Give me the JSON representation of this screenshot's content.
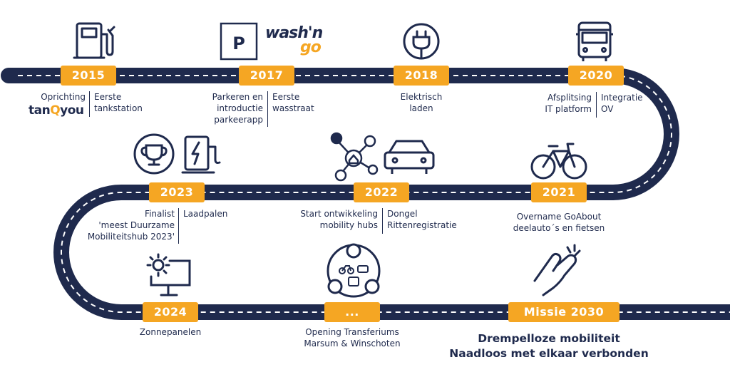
{
  "colors": {
    "road": "#1f2a4d",
    "accent": "#f5a623",
    "text": "#1f2a4d",
    "lane": "#ffffff"
  },
  "milestones": [
    {
      "label": "2015",
      "icon": "fuel-pump-icon",
      "captions": [
        "Oprichting",
        "Eerste\ntankstation"
      ],
      "logo": "tanQyou"
    },
    {
      "label": "2017",
      "icon": "parking-icon",
      "captions": [
        "Parkeren en\nintroductie\nparkeerapp",
        "Eerste\nwasstraat"
      ],
      "logo_wash": "wash'n",
      "logo_go": "go"
    },
    {
      "label": "2018",
      "icon": "plug-icon",
      "captions": [
        "Elektrisch\nladen"
      ]
    },
    {
      "label": "2020",
      "icon": "bus-icon",
      "captions": [
        "Afsplitsing\nIT platform",
        "Integratie\nOV"
      ]
    },
    {
      "label": "2021",
      "icon": "bicycle-icon",
      "captions": [
        "Overname GoAbout\ndeelauto´s en fietsen"
      ]
    },
    {
      "label": "2022",
      "icon": "car-icon",
      "captions": [
        "Start ontwikkeling\nmobility hubs",
        "Dongel\nRittenregistratie"
      ]
    },
    {
      "label": "2023",
      "icon": "trophy-icon",
      "captions": [
        "Finalist\n'meest Duurzame\nMobiliteitshub 2023'",
        "Laadpalen"
      ]
    },
    {
      "label": "2024",
      "icon": "solar-panel-icon",
      "captions": [
        "Zonnepanelen"
      ]
    },
    {
      "label": "...",
      "icon": "transferium-icon",
      "captions": [
        "Opening Transferiums\nMarsum & Winschoten"
      ]
    },
    {
      "label": "Missie 2030",
      "icon": "touch-hand-icon",
      "captions": []
    }
  ],
  "mission": {
    "line1": "Drempelloze mobiliteit",
    "line2": "Naadloos met elkaar verbonden"
  }
}
